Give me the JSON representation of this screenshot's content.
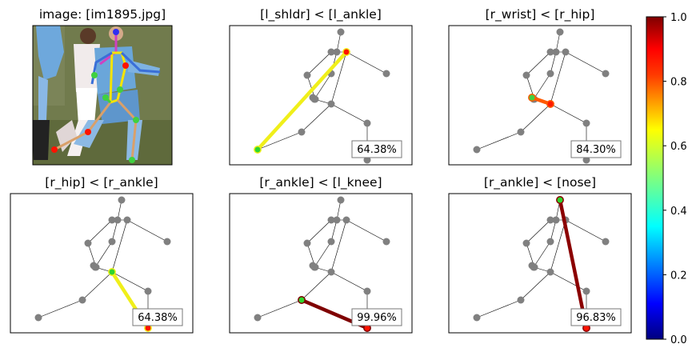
{
  "image_panel": {
    "title": "image: [im1895.jpg]",
    "colors": {
      "grass": "#6f7a4a",
      "jersey_white": "#f2eeee",
      "jersey_blue": "#6fa3d6",
      "limb_tan": "#d9a06a",
      "limb_yellow": "#f5e400",
      "limb_blue": "#3a6fd8",
      "limb_magenta": "#d040c0"
    }
  },
  "chart_data": [
    {
      "type": "scatter",
      "title": "[l_shldr] < [l_ankle]",
      "badge": "64.38%",
      "highlight": {
        "from": "l_shldr",
        "to": "l_ankle",
        "value": 0.6438,
        "color": "#f0ef1a",
        "end_color": "#2ed52e",
        "start_color": "#ff1200"
      }
    },
    {
      "type": "scatter",
      "title": "[r_wrist] < [r_hip]",
      "badge": "84.30%",
      "highlight": {
        "from": "r_wrist",
        "to": "r_hip",
        "value": 0.843,
        "color": "#ff5a00",
        "end_color": "#ff1a00",
        "start_color": "#40d040"
      }
    },
    {
      "type": "scatter",
      "title": "[r_hip] < [r_ankle]",
      "badge": "64.38%",
      "highlight": {
        "from": "r_hip",
        "to": "r_ankle",
        "value": 0.6438,
        "color": "#f0ef1a",
        "end_color": "#ff1200",
        "start_color": "#2ed52e"
      }
    },
    {
      "type": "scatter",
      "title": "[r_ankle] < [l_knee]",
      "badge": "99.96%",
      "highlight": {
        "from": "r_ankle",
        "to": "l_knee",
        "value": 0.9996,
        "color": "#7f0000",
        "end_color": "#2ed52e",
        "start_color": "#ff1200"
      }
    },
    {
      "type": "scatter",
      "title": "[r_ankle] < [nose]",
      "badge": "96.83%",
      "highlight": {
        "from": "r_ankle",
        "to": "nose",
        "value": 0.9683,
        "color": "#8b0000",
        "end_color": "#2ed52e",
        "start_color": "#ff1200"
      }
    }
  ],
  "colorbar": {
    "ticks": [
      "0.0",
      "0.2",
      "0.4",
      "0.6",
      "0.8",
      "1.0"
    ],
    "tick_values": [
      0,
      0.2,
      0.4,
      0.6,
      0.8,
      1.0
    ],
    "colormap": [
      "#00007f",
      "#0000ff",
      "#007fff",
      "#00ffff",
      "#7fff7f",
      "#ffff00",
      "#ff7f00",
      "#ff0000",
      "#7f0000"
    ]
  }
}
